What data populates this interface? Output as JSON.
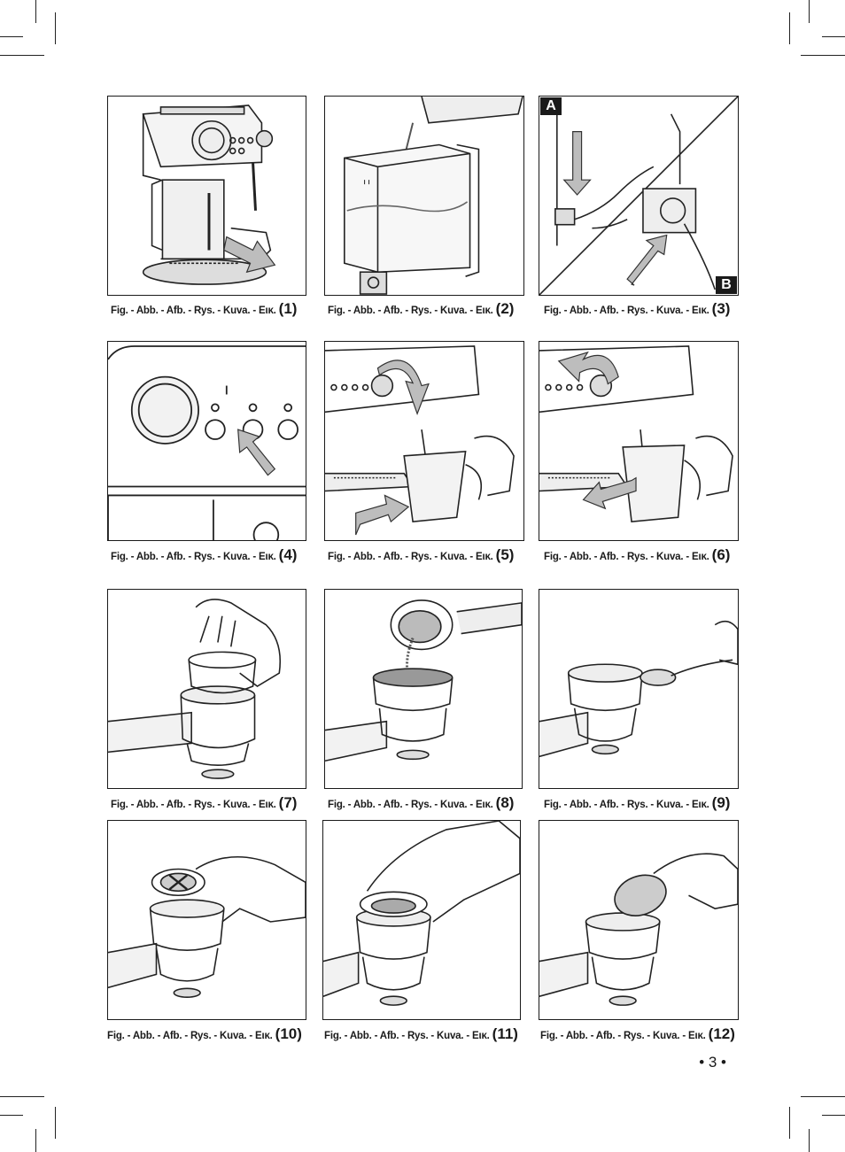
{
  "caption_prefix": "Fig. - Abb. - Afb. - Rys. - Kuva. - Εικ.",
  "figures": [
    {
      "num": "(1)"
    },
    {
      "num": "(2)"
    },
    {
      "num": "(3)"
    },
    {
      "num": "(4)"
    },
    {
      "num": "(5)"
    },
    {
      "num": "(6)"
    },
    {
      "num": "(7)"
    },
    {
      "num": "(8)"
    },
    {
      "num": "(9)"
    },
    {
      "num": "(10)"
    },
    {
      "num": "(11)"
    },
    {
      "num": "(12)"
    }
  ],
  "fig3_labels": {
    "a": "A",
    "b": "B"
  },
  "page_number": "• 3 •"
}
